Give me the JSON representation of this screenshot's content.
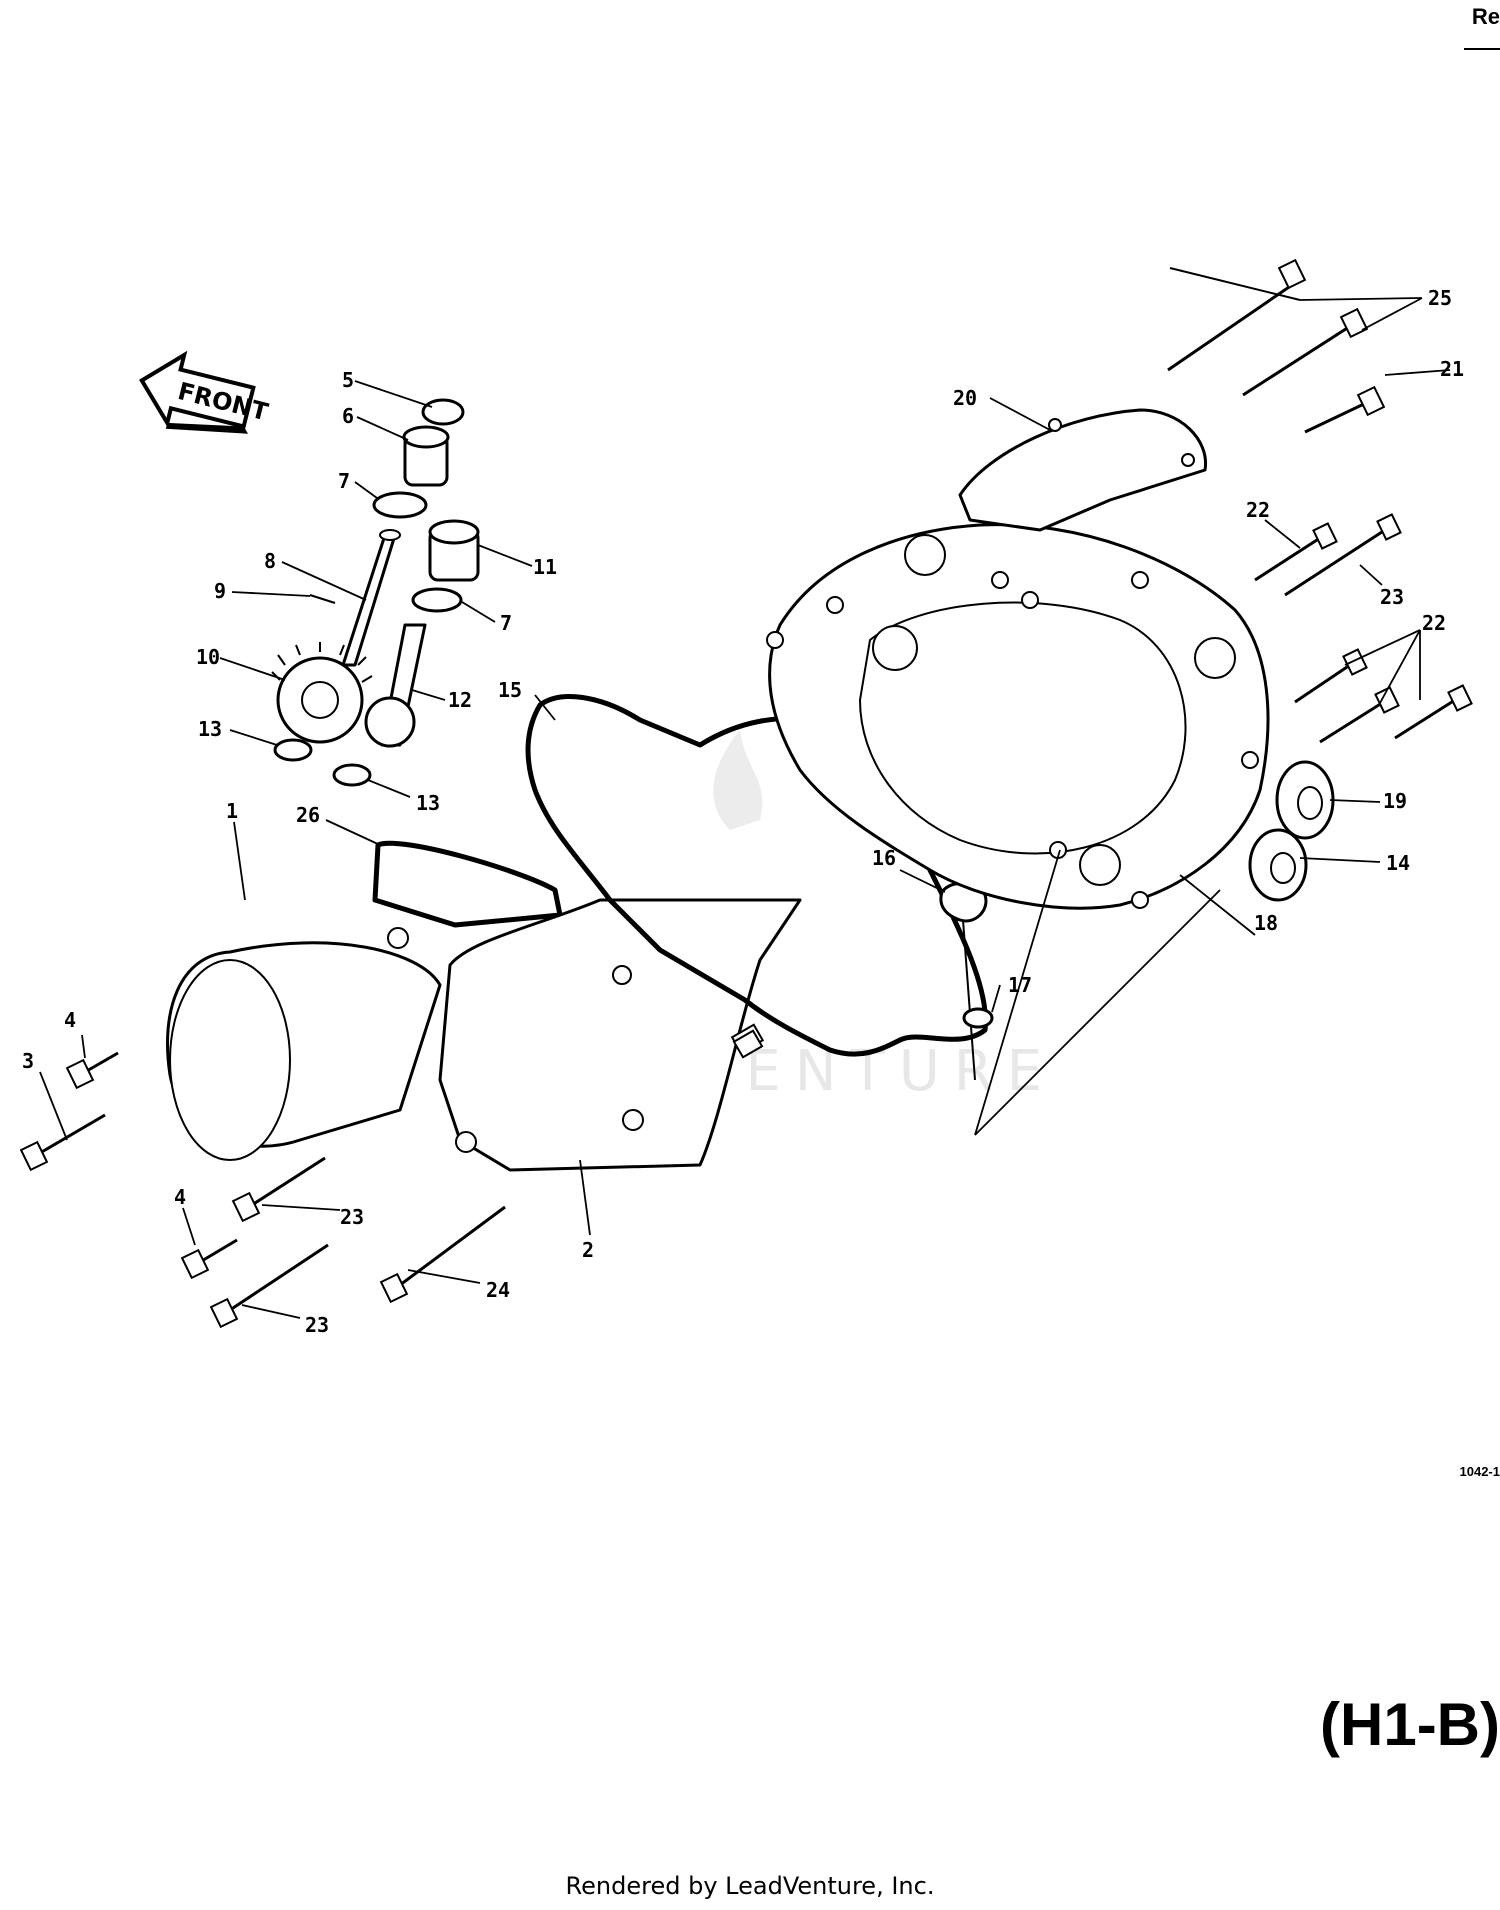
{
  "header": {
    "corner_tag": "Re"
  },
  "diagram": {
    "front_label": "FRONT",
    "watermark": "LEADVENTURE",
    "figure_code": "1042-1",
    "diagram_id": "(H1-B)",
    "callouts": [
      "1",
      "2",
      "3",
      "4",
      "4",
      "5",
      "6",
      "7",
      "7",
      "8",
      "9",
      "10",
      "11",
      "12",
      "13",
      "13",
      "14",
      "15",
      "16",
      "17",
      "18",
      "19",
      "20",
      "21",
      "22",
      "22",
      "23",
      "23",
      "23",
      "24",
      "25",
      "26"
    ]
  },
  "footer": {
    "rendered_by": "Rendered by LeadVenture, Inc."
  }
}
